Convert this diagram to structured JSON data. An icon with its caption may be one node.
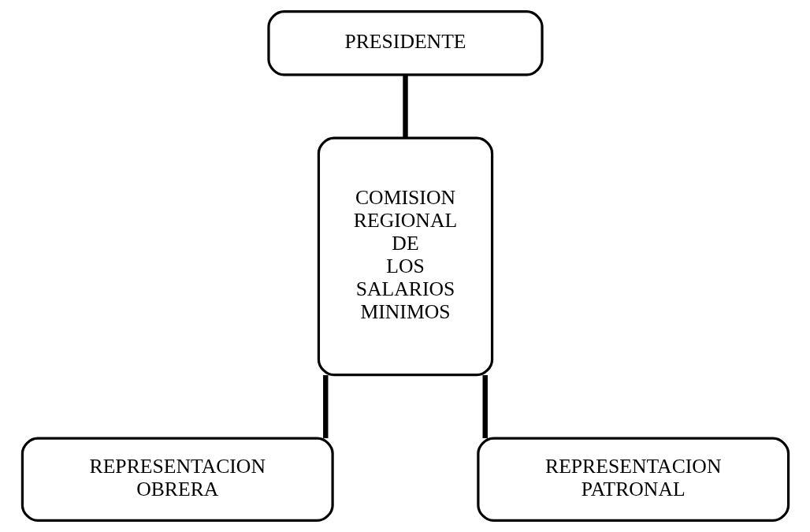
{
  "diagram": {
    "nodes": [
      {
        "text": [
          "PRESIDENTE"
        ]
      },
      {
        "text": [
          "COMISION REGIONAL DE LOS SALARIOS MINIMOS"
        ]
      },
      {
        "text": [
          "REPRESENTACION OBRERA"
        ]
      },
      {
        "text": [
          "REPRESENTACION PATRONAL"
        ]
      }
    ],
    "edges": [
      {
        "from": 0,
        "to": 1,
        "arrow": "none"
      },
      {
        "from": 1,
        "to": 2,
        "arrow": "none"
      },
      {
        "from": 1,
        "to": 3,
        "arrow": "none"
      }
    ]
  }
}
